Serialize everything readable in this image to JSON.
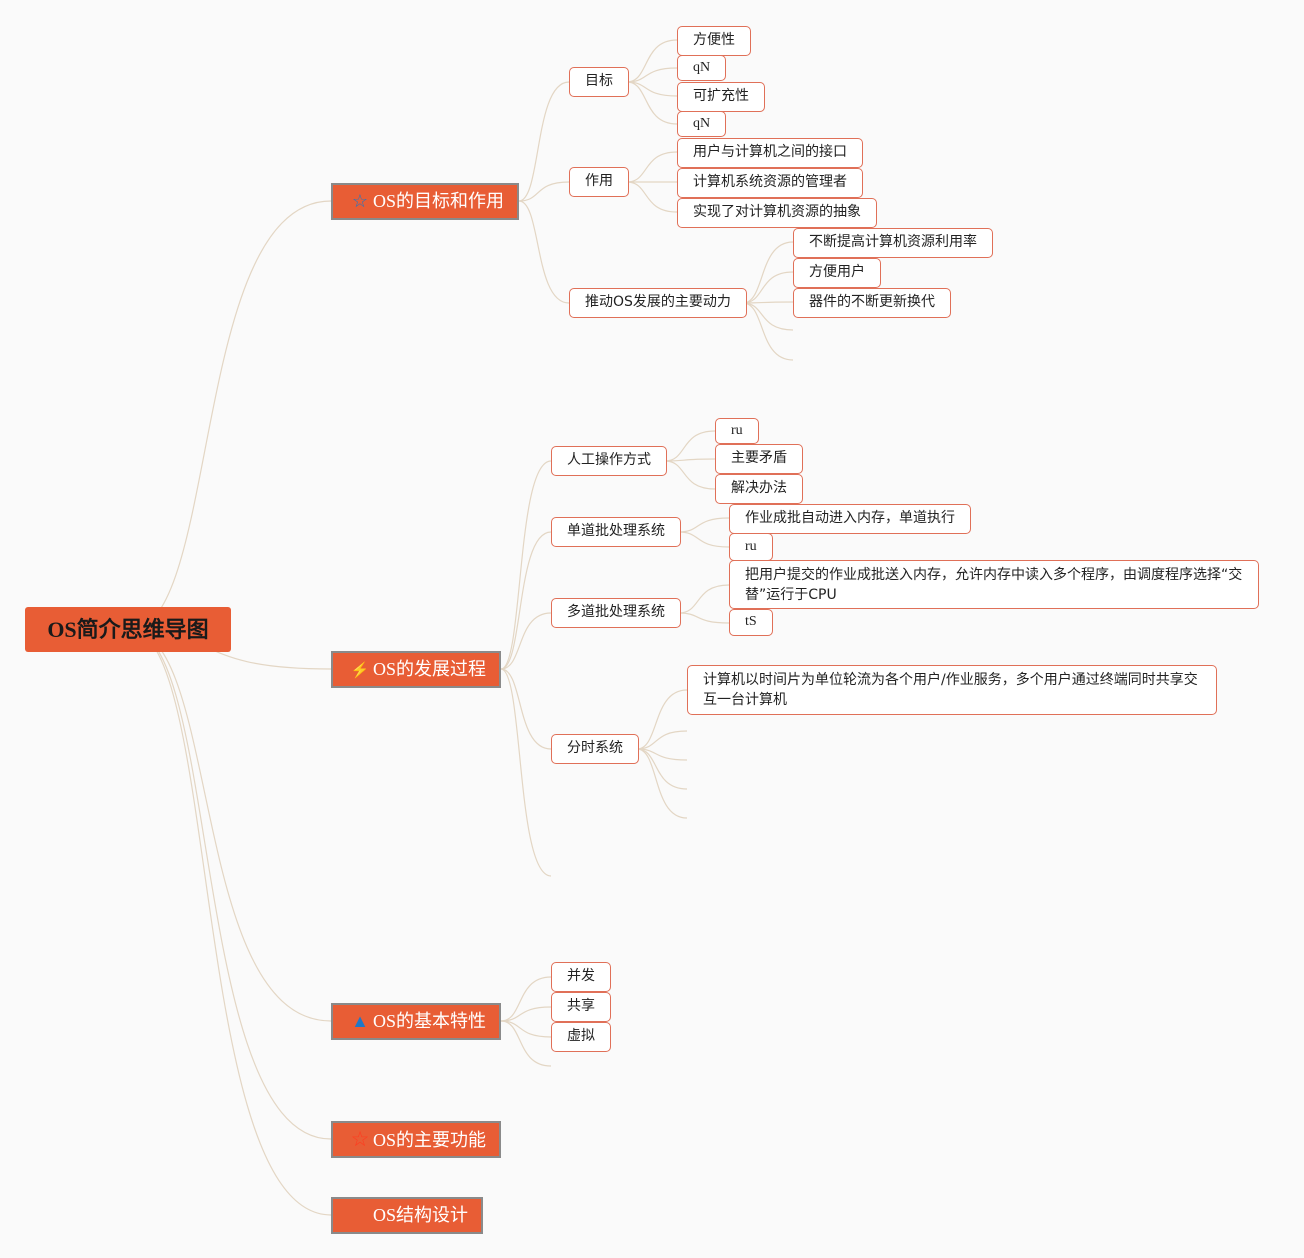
{
  "root": {
    "title": "OS简介思维导图"
  },
  "branches": {
    "goals": {
      "title": "OS的目标和作用",
      "icon": "☆",
      "target": {
        "label": "目标",
        "items": [
          "方便性",
          "qN",
          "可扩充性",
          "qN"
        ]
      },
      "role": {
        "label": "作用",
        "items": [
          "用户与计算机之间的接口",
          "计算机系统资源的管理者",
          "实现了对计算机资源的抽象"
        ]
      },
      "drive": {
        "label": "推动OS发展的主要动力",
        "items": [
          "不断提高计算机资源利用率",
          "方便用户",
          "器件的不断更新换代"
        ]
      }
    },
    "history": {
      "title": "OS的发展过程",
      "icon": "⚡",
      "manual": {
        "label": "人工操作方式",
        "items": [
          "ru",
          "主要矛盾",
          "解决办法"
        ]
      },
      "single": {
        "label": "单道批处理系统",
        "items": [
          "作业成批自动进入内存，单道执行",
          "ru"
        ]
      },
      "multi": {
        "label": "多道批处理系统",
        "items": [
          "把用户提交的作业成批送入内存，允许内存中读入多个程序，由调度程序选择“交替”运行于CPU",
          "tS"
        ]
      },
      "timeshare": {
        "label": "分时系统",
        "items": [
          "计算机以时间片为单位轮流为各个用户/作业服务，多个用户通过终端同时共享交互一台计算机"
        ]
      }
    },
    "features": {
      "title": "OS的基本特性",
      "icon": "▲",
      "items": [
        "并发",
        "共享",
        "虚拟"
      ]
    },
    "functions": {
      "title": "OS的主要功能",
      "icon": "☆"
    },
    "structure": {
      "title": "OS结构设计",
      "icon": ""
    }
  },
  "colors": {
    "accent": "#e85d35",
    "nodeBorder": "#e07058",
    "link": "#e3d6c4",
    "iconBlue": "#1e78c8",
    "iconStar": "#ff3b1f"
  }
}
